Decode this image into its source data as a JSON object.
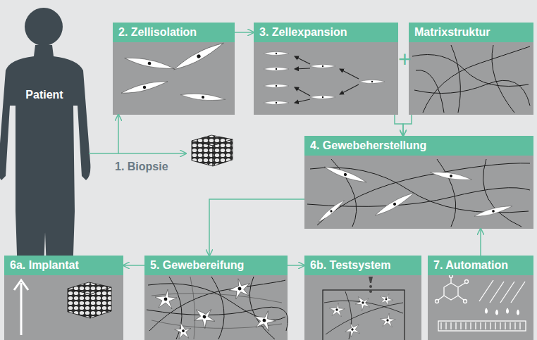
{
  "diagram": {
    "nodes": [
      {
        "text": [
          "Patient"
        ]
      },
      {
        "text": [
          "2. Zellisolation"
        ]
      },
      {
        "text": [
          "3. Zellexpansion"
        ]
      },
      {
        "text": [
          "Matrixstruktur"
        ]
      },
      {
        "text": [
          "4. Gewebeherstellung"
        ]
      },
      {
        "text": [
          "6a. Implantat"
        ]
      },
      {
        "text": [
          "5. Gewebereifung"
        ]
      },
      {
        "text": [
          "6b. Testsystem"
        ]
      },
      {
        "text": [
          "7. Automation"
        ]
      }
    ],
    "edges": [
      {
        "from": 0,
        "to": 1,
        "label": "1. Biopsie",
        "arrow": "to"
      },
      {
        "from": 1,
        "to": 2,
        "arrow": "to"
      },
      {
        "from": 2,
        "to": 4,
        "arrow": "to"
      },
      {
        "from": 3,
        "to": 4,
        "arrow": "to"
      },
      {
        "from": 4,
        "to": 6,
        "arrow": "to"
      },
      {
        "from": 6,
        "to": 5,
        "arrow": "to"
      },
      {
        "from": 6,
        "to": 7,
        "arrow": "to"
      },
      {
        "from": 8,
        "to": 4,
        "arrow": "to"
      }
    ],
    "labels": [
      "+"
    ]
  }
}
